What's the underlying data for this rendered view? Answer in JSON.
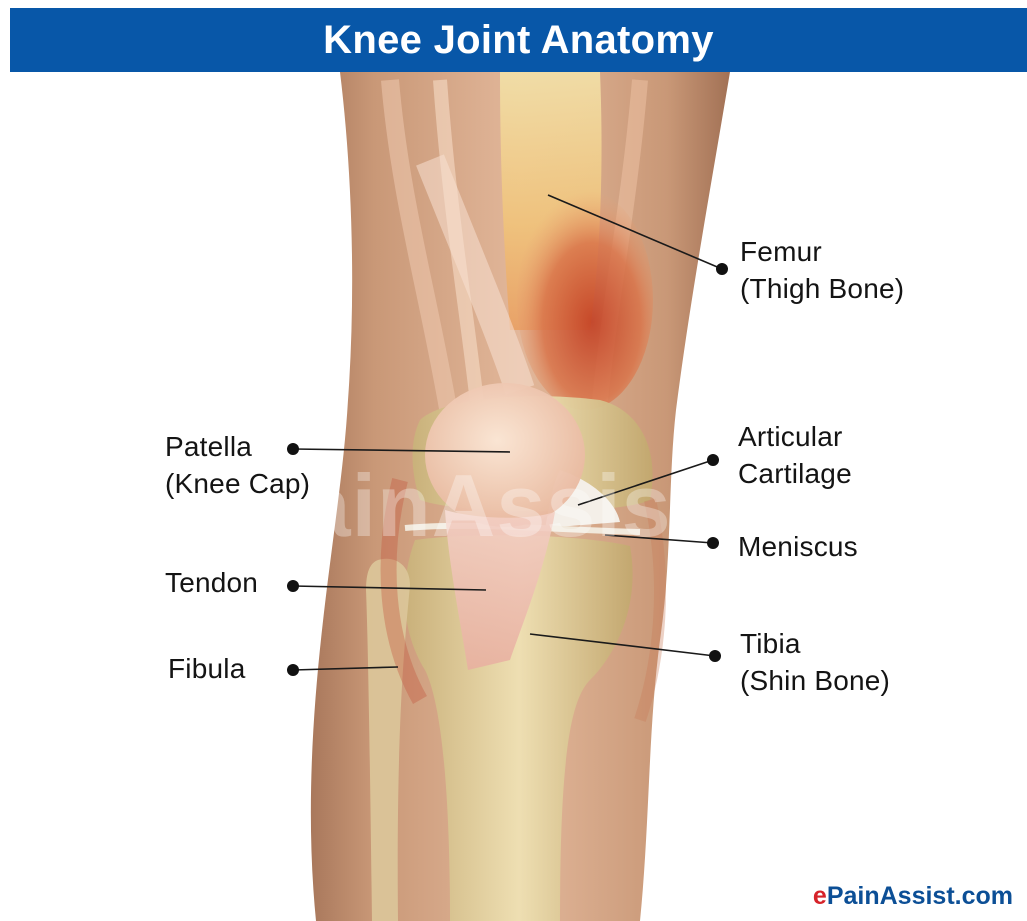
{
  "title": "Knee Joint Anatomy",
  "watermark": "ePainAssist.com",
  "credit": {
    "e": "e",
    "rest": "PainAssist.com"
  },
  "labels": {
    "femur": {
      "line1": "Femur",
      "line2": "(Thigh Bone)"
    },
    "patella": {
      "line1": "Patella",
      "line2": "(Knee Cap)"
    },
    "cartilage": {
      "line1": "Articular",
      "line2": "Cartilage"
    },
    "meniscus": {
      "line1": "Meniscus"
    },
    "tendon": {
      "line1": "Tendon"
    },
    "fibula": {
      "line1": "Fibula"
    },
    "tibia": {
      "line1": "Tibia",
      "line2": "(Shin Bone)"
    }
  },
  "colors": {
    "title_bar": "#0857a8",
    "skin": "#d9a98c",
    "bone": "#e8d9a6",
    "muscle": "#c8482e",
    "text": "#141414",
    "credit_blue": "#0c4f96",
    "credit_red": "#d6232a"
  }
}
